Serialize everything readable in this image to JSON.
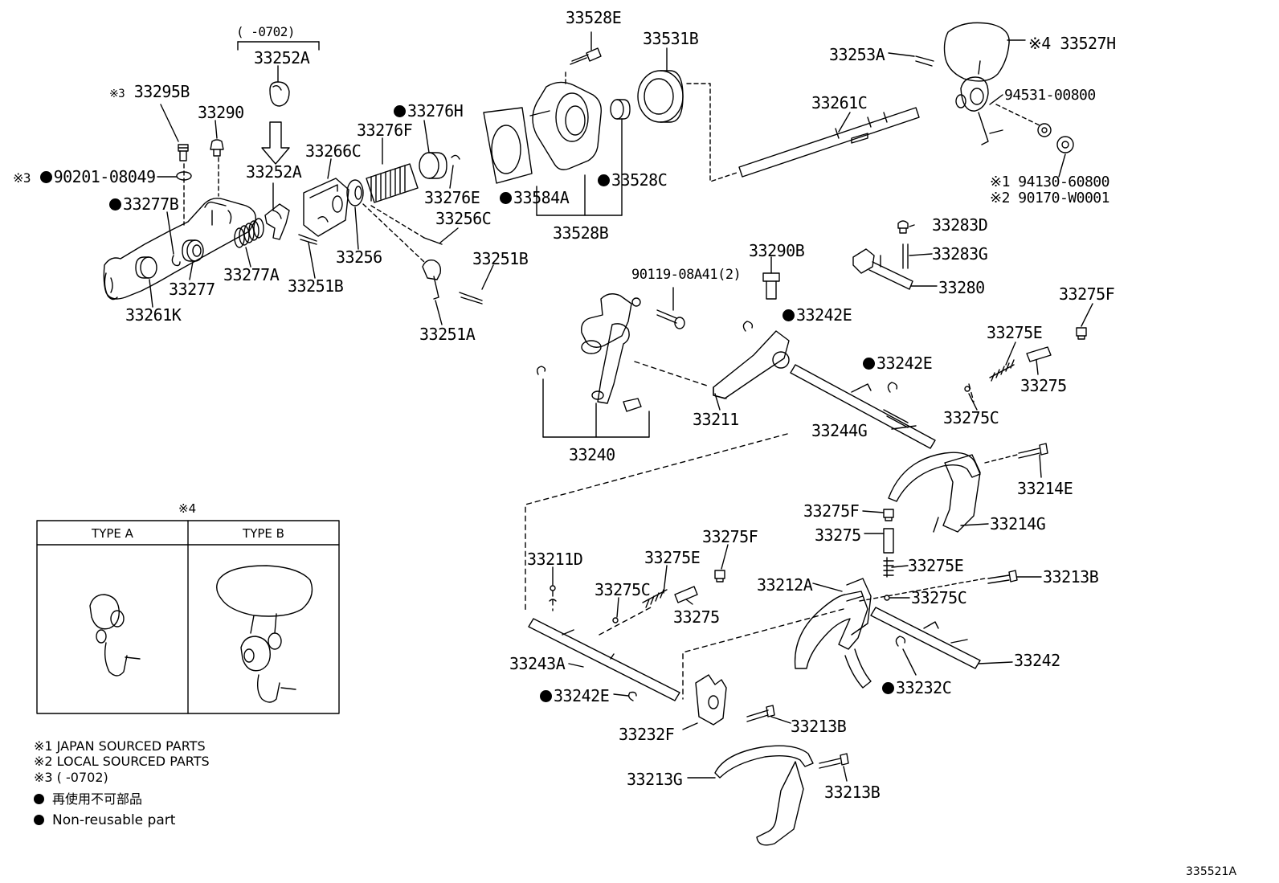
{
  "labels": {
    "p33528E": "33528E",
    "p33531B": "33531B",
    "p33527H": "33527H",
    "p33253A": "33253A",
    "p33261C": "33261C",
    "p94531": "94531-00800",
    "p94130": "94130-60800",
    "p90170": "90170-W0001",
    "p33252A_top": "33252A",
    "p0702_range": "(      -0702)",
    "p33295B": "33295B",
    "p33290": "33290",
    "p90201": "90201-08049",
    "p33252A_mid": "33252A",
    "p33276H": "33276H",
    "p33276F": "33276F",
    "p33266C": "33266C",
    "p33584A": "33584A",
    "p33528C": "33528C",
    "p33528B": "33528B",
    "p33277B": "33277B",
    "p33276E": "33276E",
    "p33256C": "33256C",
    "p33256": "33256",
    "p33277A": "33277A",
    "p33277": "33277",
    "p33261K": "33261K",
    "p33251B_a": "33251B",
    "p33251B_b": "33251B",
    "p33251A": "33251A",
    "p33283D": "33283D",
    "p33283G": "33283G",
    "p33280": "33280",
    "p33290B": "33290B",
    "p90119": "90119-08A41(2)",
    "p33242E_a": "33242E",
    "p33275F_a": "33275F",
    "p33275E_a": "33275E",
    "p33275_a": "33275",
    "p33242E_b": "33242E",
    "p33275C_a": "33275C",
    "p33211": "33211",
    "p33244G": "33244G",
    "p33240": "33240",
    "p33214E": "33214E",
    "p33275F_b": "33275F",
    "p33214G": "33214G",
    "p33275_b": "33275",
    "p33275E_b": "33275E",
    "p33213B_a": "33213B",
    "p33212A": "33212A",
    "p33275C_b": "33275C",
    "p33242": "33242",
    "p33232C": "33232C",
    "p33211D": "33211D",
    "p33275F_c": "33275F",
    "p33275E_c": "33275E",
    "p33275C_c": "33275C",
    "p33275_c": "33275",
    "p33243A": "33243A",
    "p33242E_c": "33242E",
    "p33232F": "33232F",
    "p33213B_b": "33213B",
    "p33213G": "33213G",
    "p33213B_c": "33213B"
  },
  "marks": {
    "m1": "※1",
    "m2": "※2",
    "m3": "※3",
    "m4": "※4"
  },
  "type_box": {
    "marker": "※4",
    "type_a": "TYPE A",
    "type_b": "TYPE B"
  },
  "legend": {
    "n1": "※1  JAPAN SOURCED PARTS",
    "n2": "※2  LOCAL SOURCED PARTS",
    "n3": "※3  (        -0702)",
    "n4": "再使用不可部品",
    "n5": "Non-reusable part"
  },
  "figure_id": "335521A",
  "colors": {
    "ink": "#000000",
    "paper": "#ffffff"
  }
}
